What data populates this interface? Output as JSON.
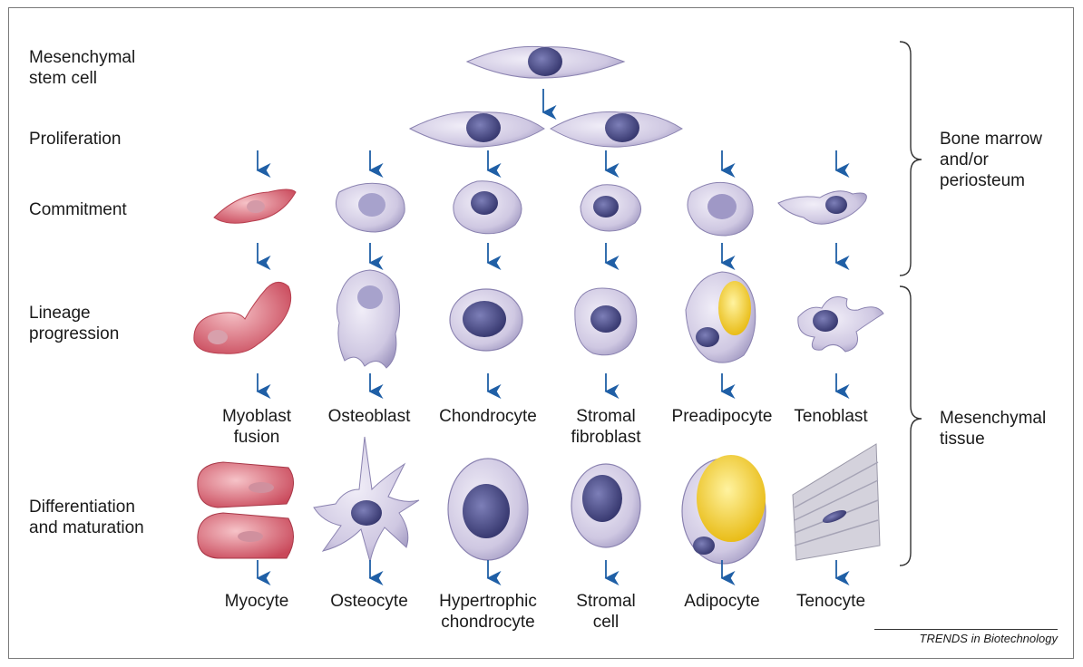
{
  "stages": [
    {
      "id": "msc",
      "text": "Mesenchymal\nstem cell"
    },
    {
      "id": "proliferation",
      "text": "Proliferation"
    },
    {
      "id": "commitment",
      "text": "Commitment"
    },
    {
      "id": "lineage",
      "text": "Lineage\nprogression"
    },
    {
      "id": "differentiation",
      "text": "Differentiation\nand maturation"
    }
  ],
  "lineages": [
    {
      "progenitor": "Myoblast\nfusion",
      "mature": "Myocyte"
    },
    {
      "progenitor": "Osteoblast",
      "mature": "Osteocyte"
    },
    {
      "progenitor": "Chondrocyte",
      "mature": "Hypertrophic\nchondrocyte"
    },
    {
      "progenitor": "Stromal\nfibroblast",
      "mature": "Stromal\ncell"
    },
    {
      "progenitor": "Preadipocyte",
      "mature": "Adipocyte"
    },
    {
      "progenitor": "Tenoblast",
      "mature": "Tenocyte"
    }
  ],
  "brackets": [
    {
      "text": "Bone marrow\nand/or\nperiosteum"
    },
    {
      "text": "Mesenchymal\ntissue"
    }
  ],
  "credit": "TRENDS in Biotechnology",
  "colors": {
    "arrow": "#1f5fa6",
    "cell_body": "#d9d3e8",
    "nucleus": "#3b3f7a",
    "muscle": "#d8606f",
    "fat": "#f2cf1a"
  }
}
